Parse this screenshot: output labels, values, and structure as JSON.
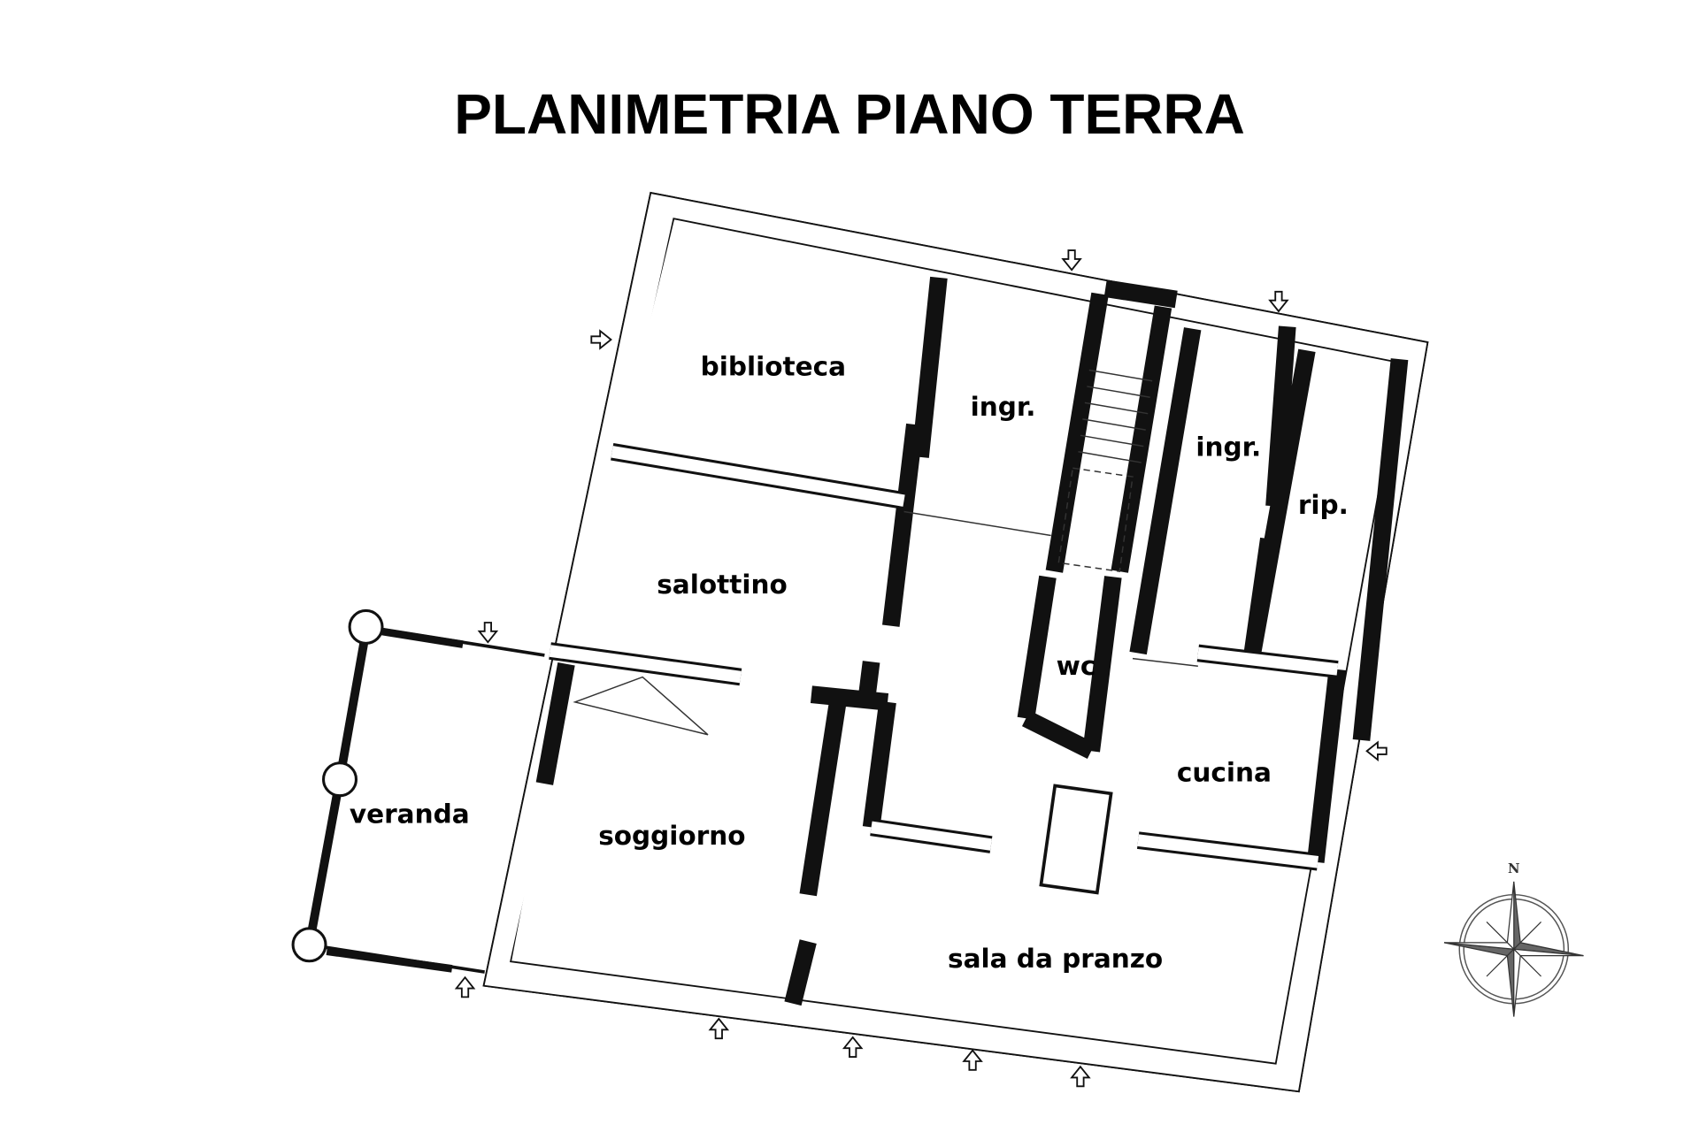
{
  "title": "PLANIMETRIA PIANO TERRA",
  "rooms": {
    "biblioteca": "biblioteca",
    "ingresso_1": "ingr.",
    "ingresso_2": "ingr.",
    "ripostiglio": "rip.",
    "salottino": "salottino",
    "wc": "wc",
    "cucina": "cucina",
    "veranda": "veranda",
    "soggiorno": "soggiorno",
    "sala_da_pranzo": "sala da pranzo"
  },
  "compass": {
    "north_label": "N"
  }
}
